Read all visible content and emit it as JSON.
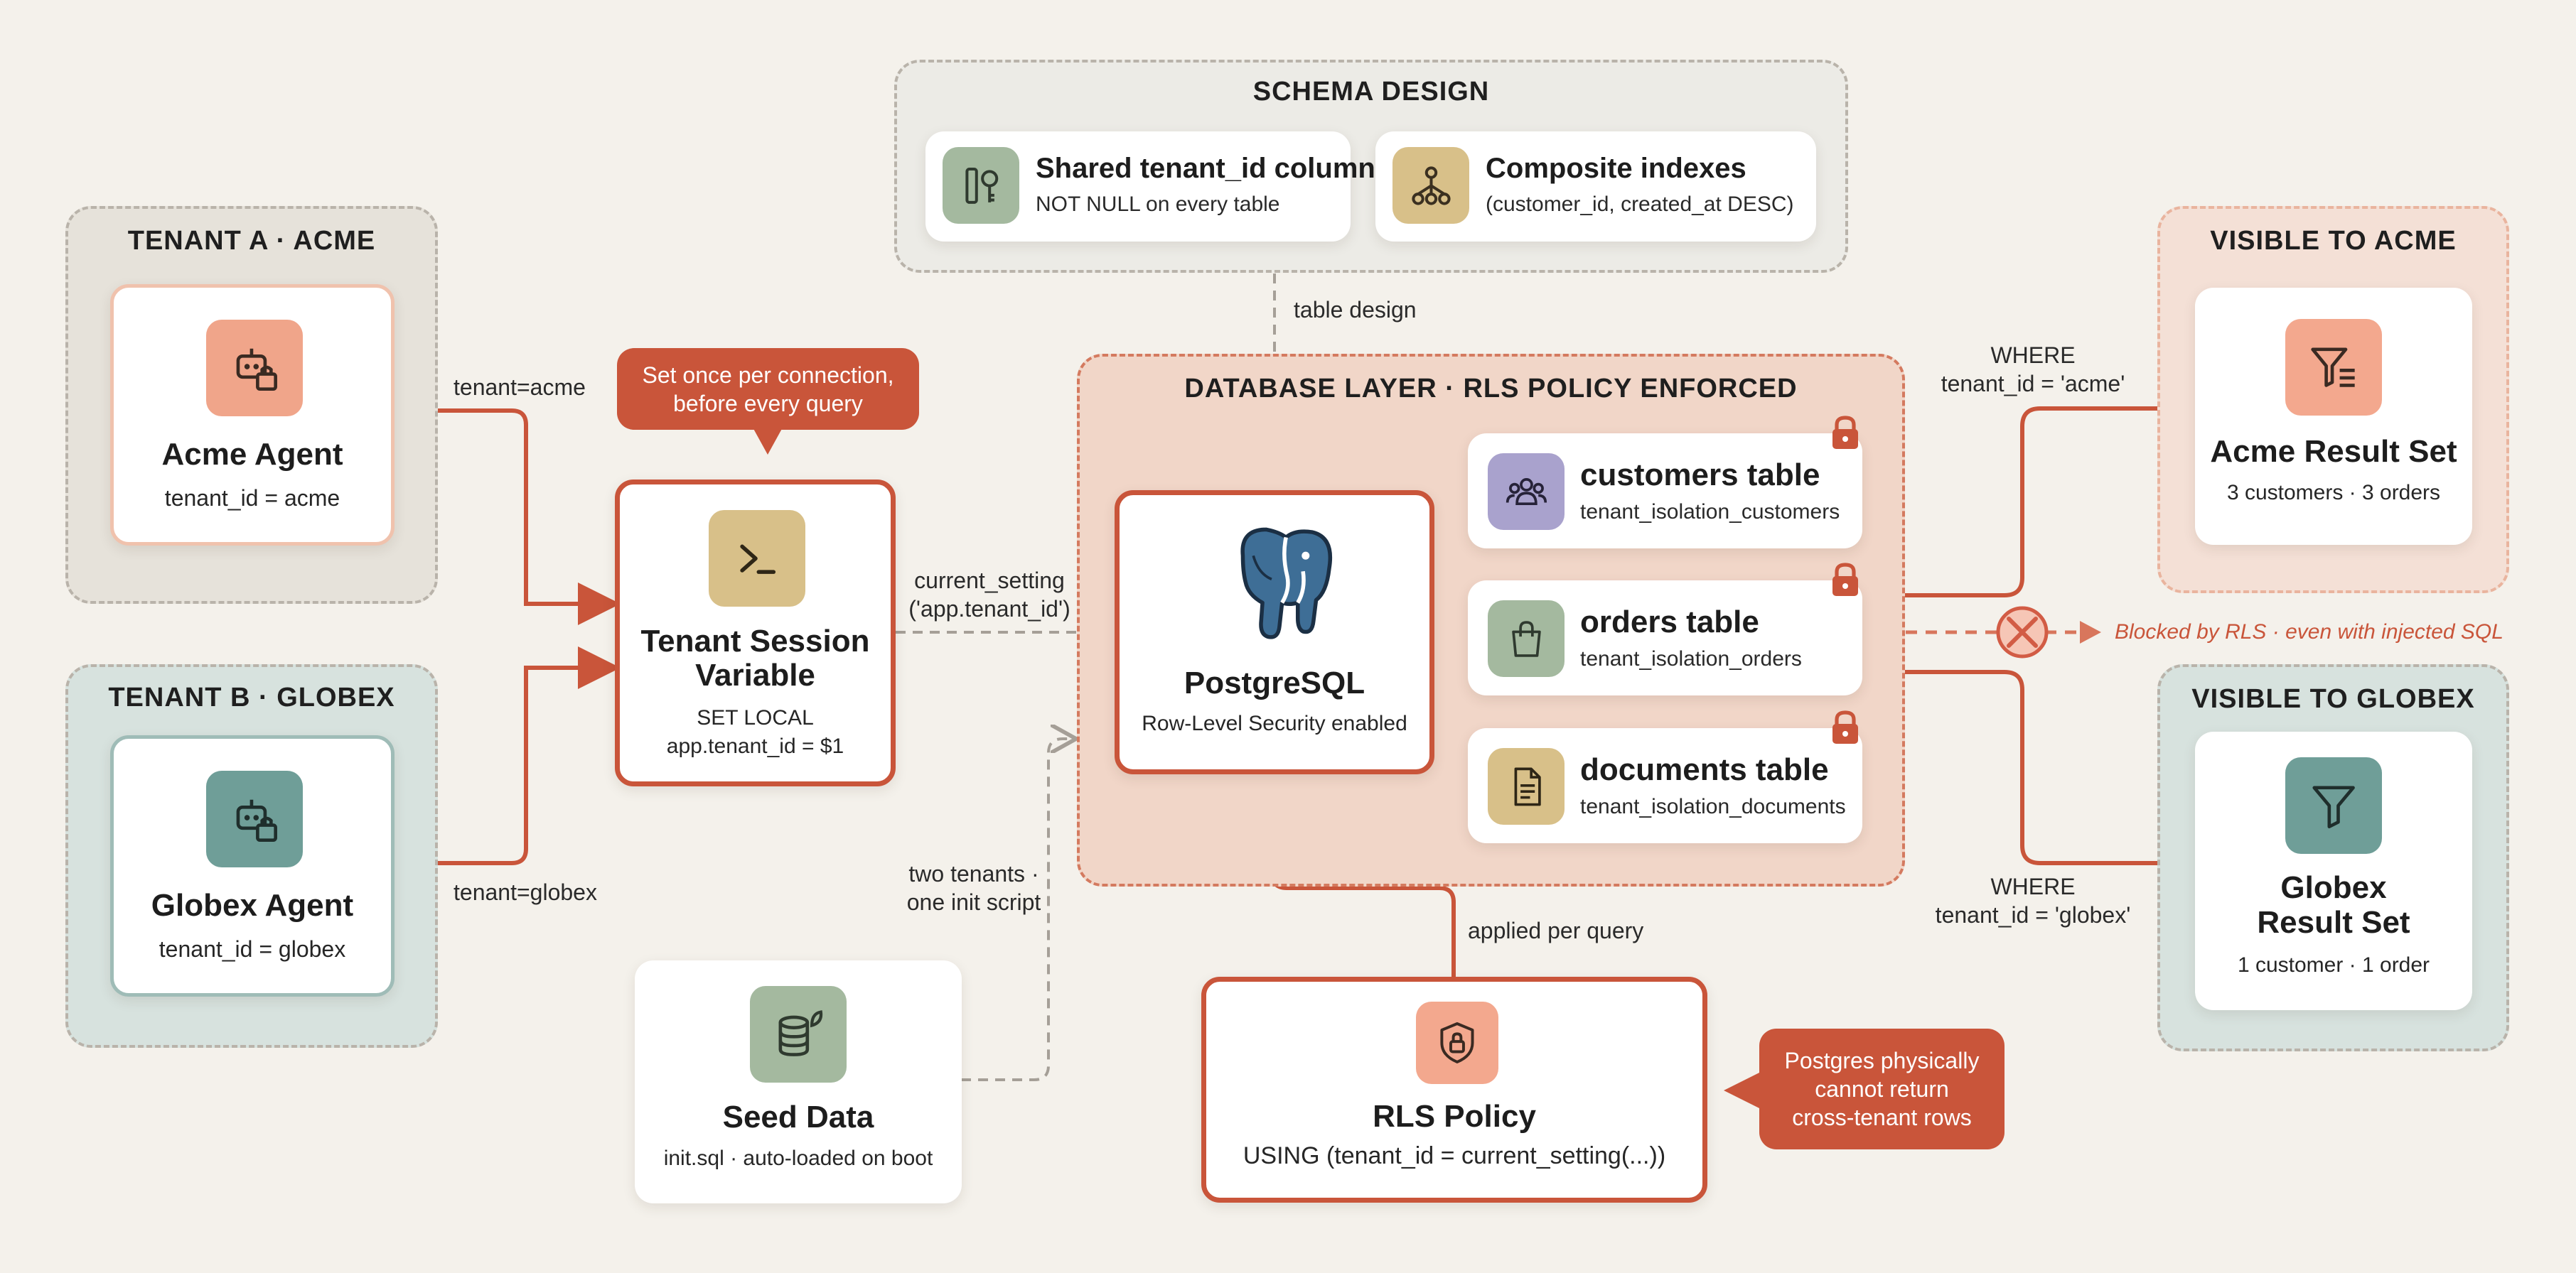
{
  "schema": {
    "title": "SCHEMA DESIGN",
    "shared_col_title": "Shared tenant_id column",
    "shared_col_sub": "NOT NULL on every table",
    "indexes_title": "Composite indexes",
    "indexes_sub": "(customer_id, created_at DESC)"
  },
  "tenant_a": {
    "title": "TENANT A · ACME",
    "agent": "Acme Agent",
    "agent_sub": "tenant_id = acme"
  },
  "tenant_b": {
    "title": "TENANT B · GLOBEX",
    "agent": "Globex Agent",
    "agent_sub": "tenant_id = globex"
  },
  "session": {
    "callout_line1": "Set once per connection,",
    "callout_line2": "before every query",
    "title_line1": "Tenant Session",
    "title_line2": "Variable",
    "sub_line1": "SET LOCAL",
    "sub_line2": "app.tenant_id = $1"
  },
  "db": {
    "title": "DATABASE LAYER · RLS POLICY ENFORCED",
    "pg_title": "PostgreSQL",
    "pg_sub": "Row-Level Security enabled",
    "tables": [
      {
        "name": "customers table",
        "policy": "tenant_isolation_customers"
      },
      {
        "name": "orders table",
        "policy": "tenant_isolation_orders"
      },
      {
        "name": "documents table",
        "policy": "tenant_isolation_documents"
      }
    ]
  },
  "seed": {
    "title": "Seed Data",
    "sub": "init.sql · auto-loaded on boot"
  },
  "rls": {
    "title": "RLS Policy",
    "sub": "USING (tenant_id = current_setting(...))",
    "callout_line1": "Postgres physically",
    "callout_line2": "cannot return",
    "callout_line3": "cross-tenant rows"
  },
  "visible_acme": {
    "title": "VISIBLE TO ACME",
    "card_title": "Acme Result Set",
    "card_sub": "3 customers · 3 orders"
  },
  "visible_globex": {
    "title": "VISIBLE TO GLOBEX",
    "card_title_line1": "Globex",
    "card_title_line2": "Result Set",
    "card_sub": "1 customer · 1 order"
  },
  "labels": {
    "tenant_acme": "tenant=acme",
    "tenant_globex": "tenant=globex",
    "table_design": "table design",
    "current_setting_line1": "current_setting",
    "current_setting_line2": "('app.tenant_id')",
    "two_tenants_line1": "two tenants ·",
    "two_tenants_line2": "one init script",
    "applied_per_query": "applied per query",
    "where_acme_line1": "WHERE",
    "where_acme_line2": "tenant_id = 'acme'",
    "where_globex_line1": "WHERE",
    "where_globex_line2": "tenant_id = 'globex'",
    "blocked": "Blocked by RLS · even with injected SQL"
  },
  "colors": {
    "accent": "#c9553a",
    "background": "#f4f1eb",
    "acme_tint": "#f3a88e",
    "globex_tint": "#6f9e98"
  }
}
